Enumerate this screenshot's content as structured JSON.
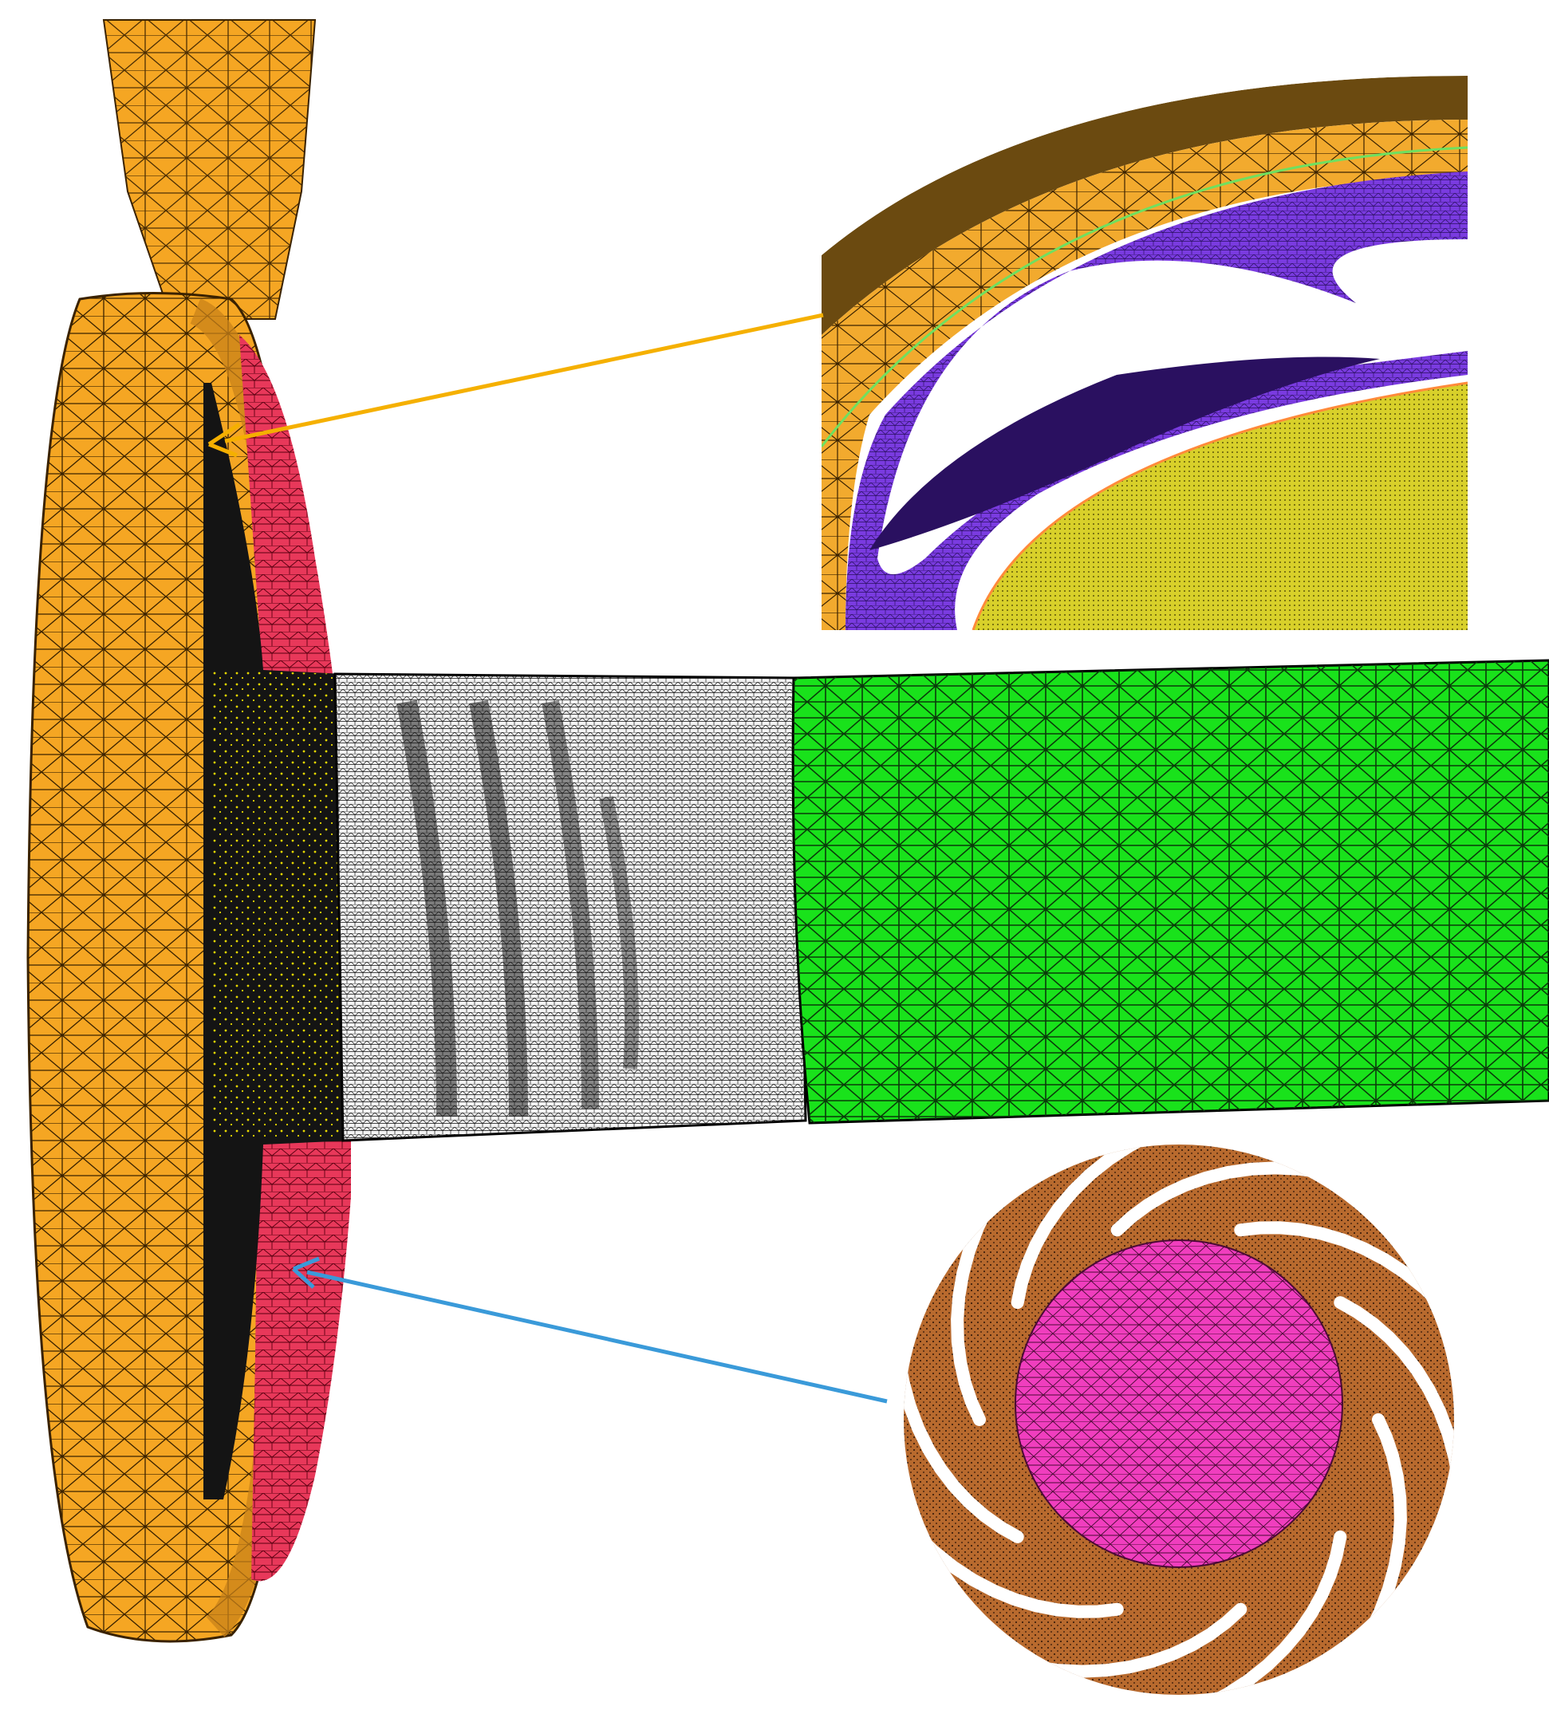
{
  "figure": {
    "type": "cfd-mesh-illustration",
    "background": "#ffffff",
    "components": {
      "volute": {
        "name": "volute-casing",
        "color": "#F5A623",
        "edge_color": "#7a4a00"
      },
      "impeller_shroud": {
        "name": "impeller-shroud",
        "color": "#E8385A"
      },
      "inlet_pipe_fine": {
        "name": "inlet-pipe-fine-mesh",
        "color": "#f4f4f4",
        "mesh_color": "#111111"
      },
      "inlet_pipe_coarse": {
        "name": "inlet-pipe-coarse-mesh",
        "color": "#19E21B",
        "mesh_color": "#0a3a0a"
      },
      "hub_seal": {
        "name": "hub-seal-region",
        "color": "#1a1a1a",
        "dot_color": "#e6d800"
      }
    },
    "insets": {
      "top": {
        "name": "volute-impeller-closeup",
        "colors": {
          "casing": "#F2AA2E",
          "casing_dark": "#6b4a10",
          "blade_channel": "#7A3BE0",
          "gap": "#2a1060",
          "hub": "#D8D02A",
          "seam": "#6fe060"
        },
        "arrow_color": "#F5B000"
      },
      "bottom": {
        "name": "impeller-face-view",
        "colors": {
          "impeller": "#B86A2E",
          "hub": "#F03EBE",
          "slot": "#ffffff",
          "mesh": "#2a1206"
        },
        "blade_count": 10,
        "arrow_color": "#3A9AD9"
      }
    }
  }
}
